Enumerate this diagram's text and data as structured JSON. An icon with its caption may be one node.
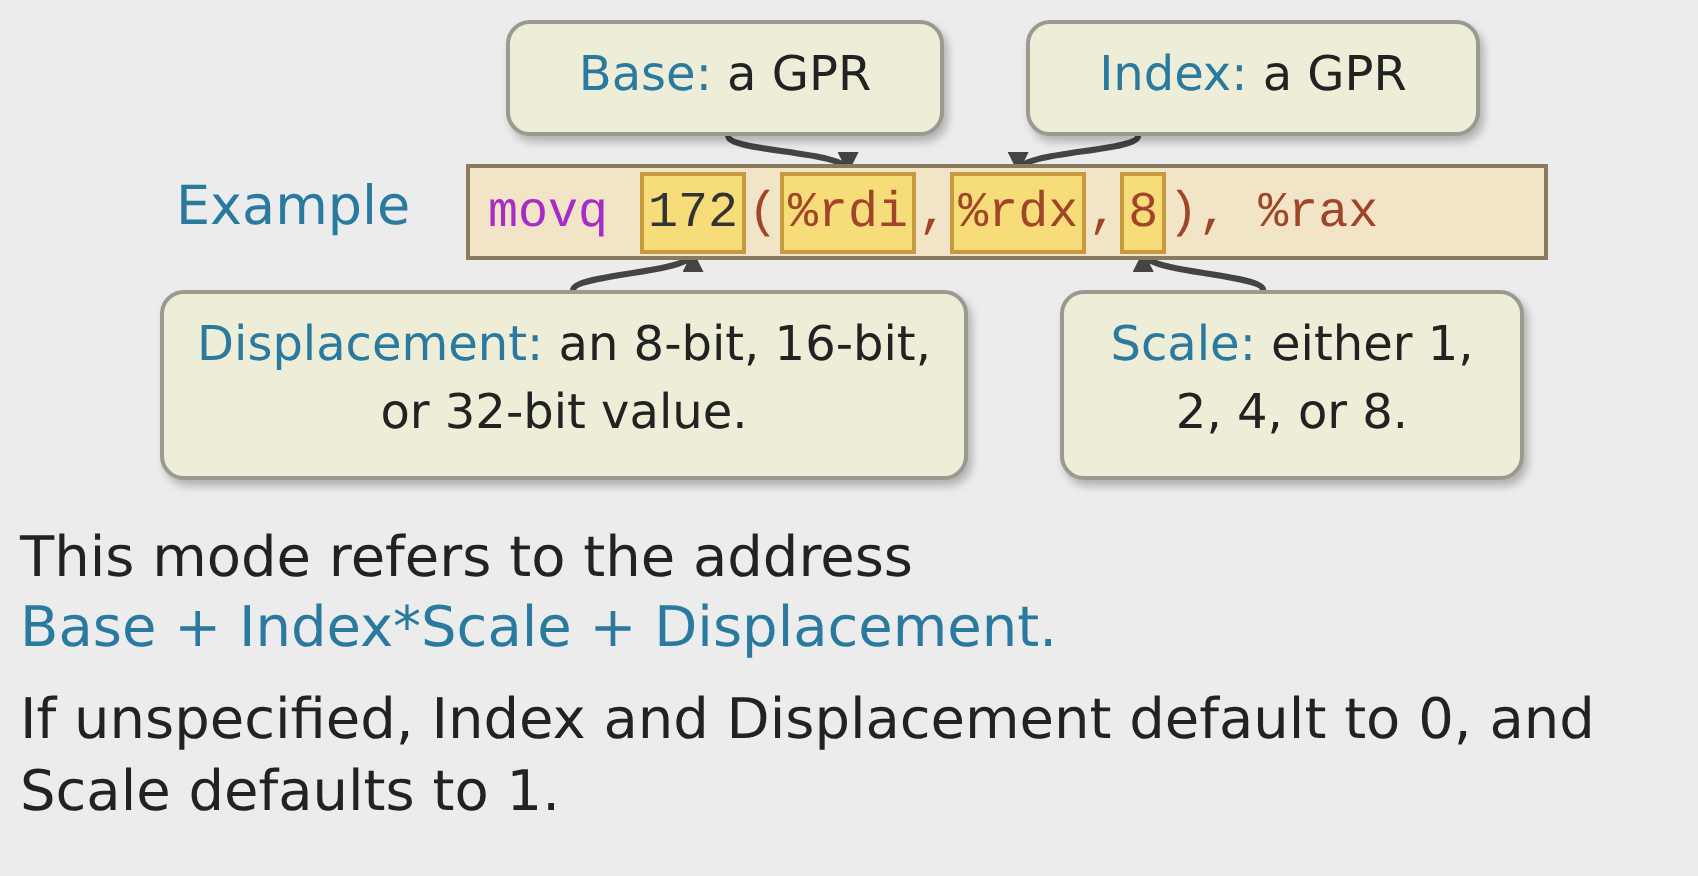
{
  "diagram": {
    "nodes": [
      {
        "text": [
          "Base: a GPR"
        ]
      },
      {
        "text": [
          "Index: a GPR"
        ]
      },
      {
        "text": [
          "movq",
          "(",
          ",",
          ",",
          "), %rax"
        ],
        "beside": [
          "Example"
        ]
      },
      {
        "text": [
          "172"
        ],
        "in": 2
      },
      {
        "text": [
          "%rdi"
        ],
        "in": 2
      },
      {
        "text": [
          "%rdx"
        ],
        "in": 2
      },
      {
        "text": [
          "8"
        ],
        "in": 2
      },
      {
        "text": [
          "Displacement: an 8-bit, 16-bit, or 32-bit value."
        ]
      },
      {
        "text": [
          "Scale: either 1, 2, 4, or 8."
        ]
      }
    ],
    "edges": [
      {
        "from": 0,
        "to": 4,
        "arrow": "to"
      },
      {
        "from": 1,
        "to": 5,
        "arrow": "to"
      },
      {
        "from": 7,
        "to": 3,
        "arrow": "to"
      },
      {
        "from": 8,
        "to": 6,
        "arrow": "to"
      }
    ],
    "labels": [
      "This mode refers to the address",
      "Base + Index*Scale + Displacement.",
      "If unspecified, Index and Displacement default to 0, and Scale defaults to 1."
    ]
  }
}
